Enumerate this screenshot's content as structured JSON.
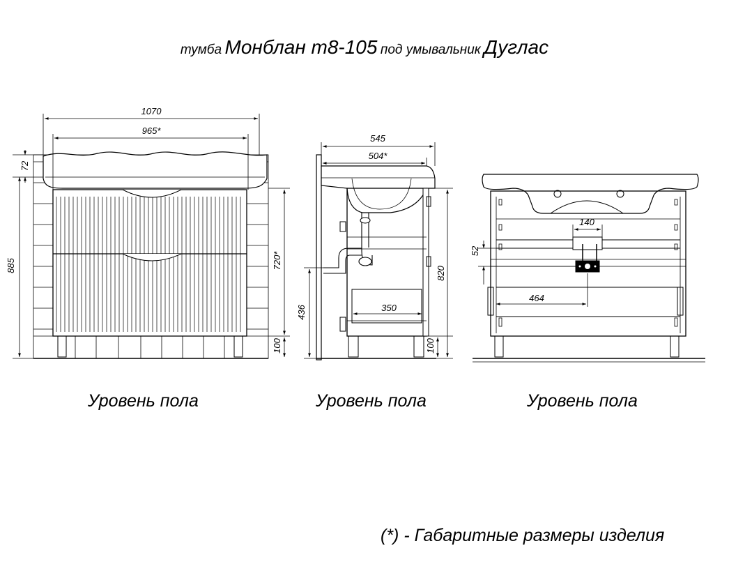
{
  "title": {
    "prefix": "тумба",
    "model": "Монблан т8-105",
    "middle": "под умывальник",
    "sink": "Дуглас"
  },
  "views": {
    "front": {
      "floor_label": "Уровень пола",
      "dim_total_width": "1070",
      "dim_body_width": "965*",
      "dim_top_height": "72",
      "dim_total_height": "885",
      "dim_body_height": "720*",
      "dim_leg_height": "100"
    },
    "side": {
      "floor_label": "Уровень пола",
      "dim_total_depth": "545",
      "dim_body_depth": "504*",
      "dim_drawer_depth": "350",
      "dim_pipe_height": "436",
      "dim_total_height": "820",
      "dim_leg_height": "100"
    },
    "back": {
      "floor_label": "Уровень пола",
      "dim_cutout_width": "140",
      "dim_cutout_height": "52",
      "dim_cutout_offset": "464"
    }
  },
  "footnote": "(*) - Габаритные размеры изделия"
}
